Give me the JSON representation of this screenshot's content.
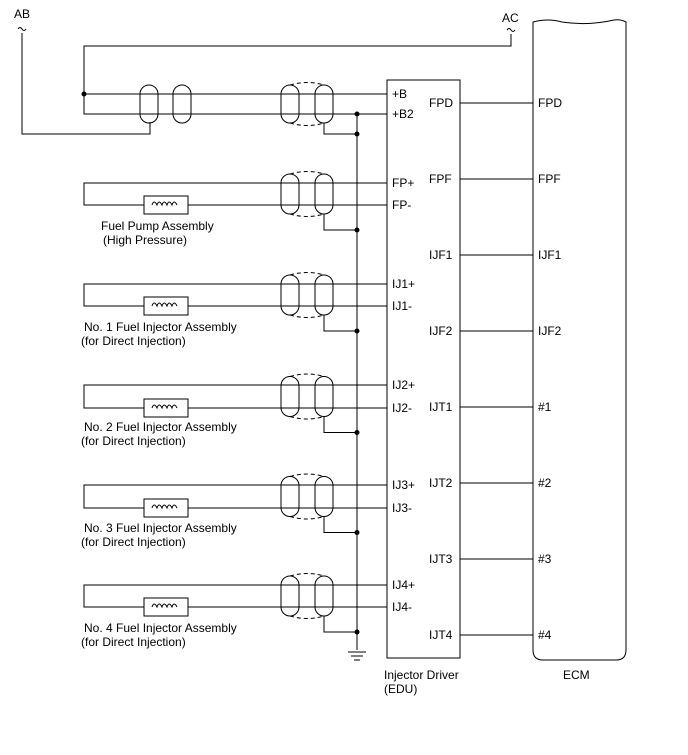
{
  "title_connectors": {
    "ab": "AB",
    "ac": "AC"
  },
  "edu": {
    "name_line1": "Injector Driver",
    "name_line2": "(EDU)",
    "left_pins": [
      "+B",
      "+B2",
      "FP+",
      "FP-",
      "IJ1+",
      "IJ1-",
      "IJ2+",
      "IJ2-",
      "IJ3+",
      "IJ3-",
      "IJ4+",
      "IJ4-"
    ],
    "right_pins": [
      "FPD",
      "FPF",
      "IJF1",
      "IJF2",
      "IJT1",
      "IJT2",
      "IJT3",
      "IJT4"
    ]
  },
  "ecm": {
    "name": "ECM",
    "pins": [
      "FPD",
      "FPF",
      "IJF1",
      "IJF2",
      "#1",
      "#2",
      "#3",
      "#4"
    ]
  },
  "components": [
    {
      "line1": "Fuel Pump Assembly",
      "line2": "(High Pressure)"
    },
    {
      "line1": "No. 1 Fuel Injector Assembly",
      "line2": "(for Direct Injection)"
    },
    {
      "line1": "No. 2 Fuel Injector Assembly",
      "line2": "(for Direct Injection)"
    },
    {
      "line1": "No. 3 Fuel Injector Assembly",
      "line2": "(for Direct Injection)"
    },
    {
      "line1": "No. 4 Fuel Injector Assembly",
      "line2": "(for Direct Injection)"
    }
  ]
}
